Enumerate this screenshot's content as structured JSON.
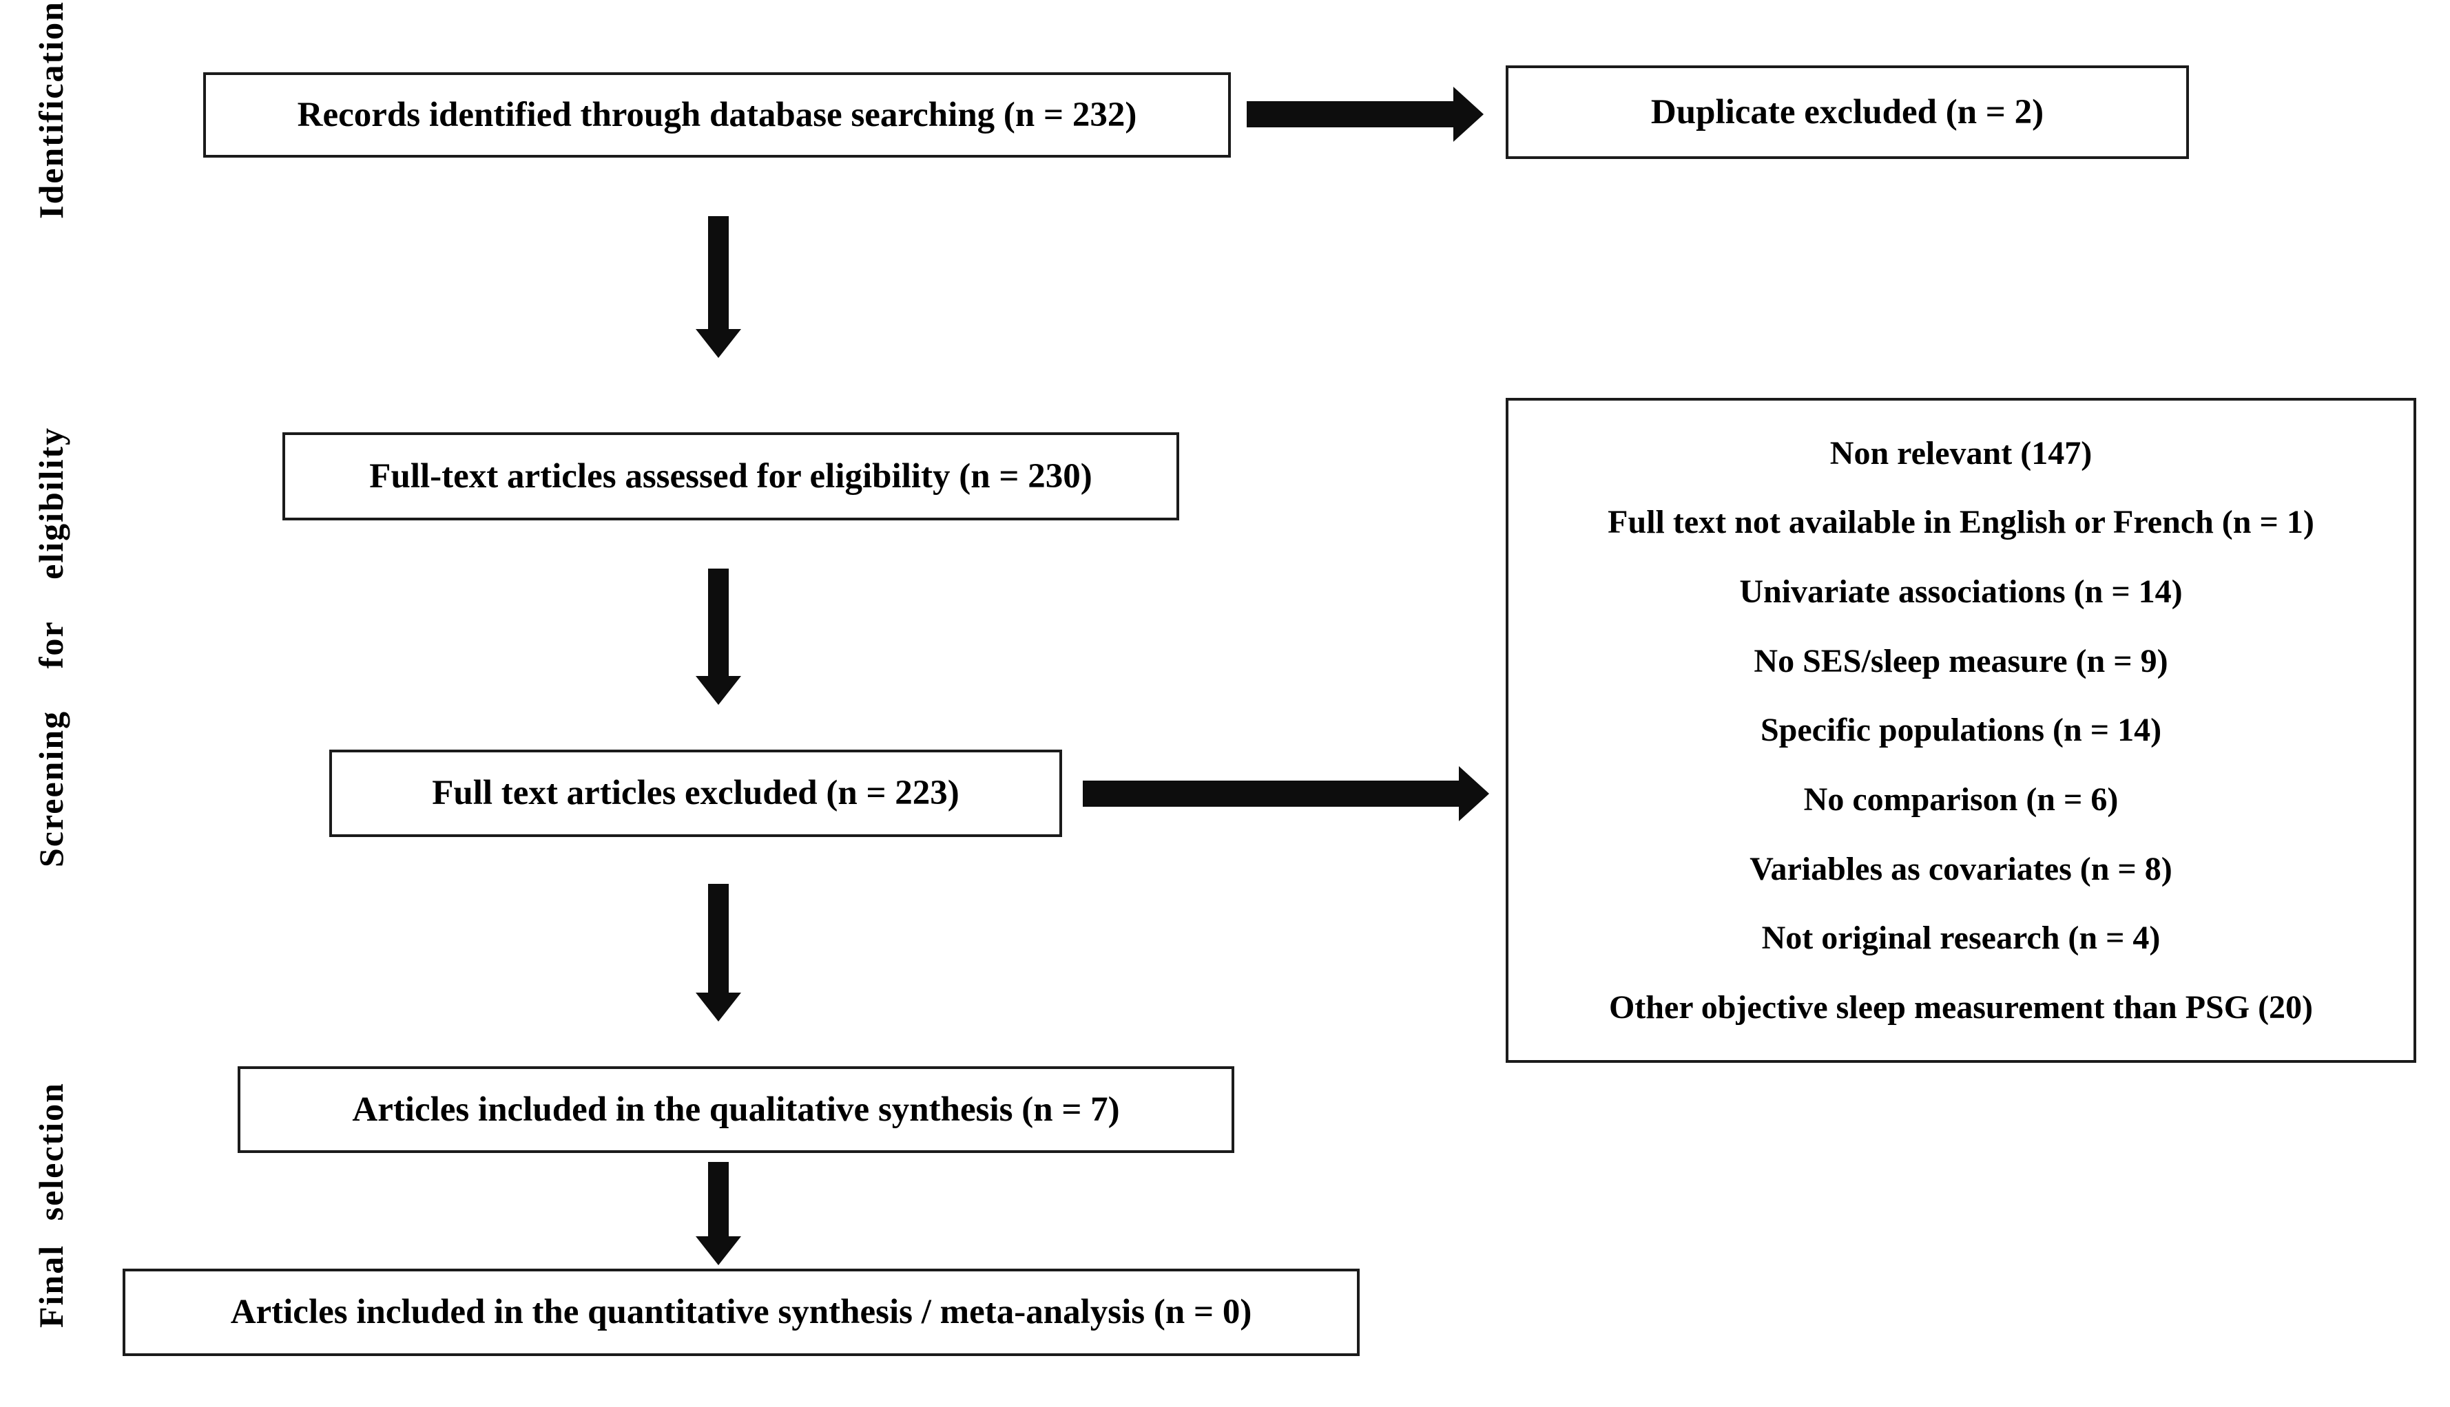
{
  "colors": {
    "ink": "#000000",
    "box_border": "#1b1b1b",
    "arrow_fill": "#0d0d0d",
    "background": "#ffffff"
  },
  "side_labels": {
    "identification": "Identification",
    "screening": "Screening for eligibility",
    "final_selection": "Final selection"
  },
  "boxes": {
    "records_identified": "Records identified through database searching (n = 232)",
    "duplicates_excluded": "Duplicate excluded (n = 2)",
    "fulltext_assessed": "Full-text articles assessed for eligibility (n = 230)",
    "fulltext_excluded": "Full text articles excluded (n = 223)",
    "qualitative_included": "Articles included in the qualitative synthesis (n = 7)",
    "quantitative_included": "Articles included in the quantitative synthesis / meta-analysis (n = 0)"
  },
  "exclusion_reasons": {
    "items": [
      "Non relevant (147)",
      "Full text not available in English or French (n = 1)",
      "Univariate associations (n = 14)",
      "No SES/sleep measure (n = 9)",
      "Specific populations (n = 14)",
      "No comparison (n = 6)",
      "Variables as covariates (n = 8)",
      "Not original research (n = 4)",
      "Other objective sleep measurement than PSG (20)"
    ]
  }
}
